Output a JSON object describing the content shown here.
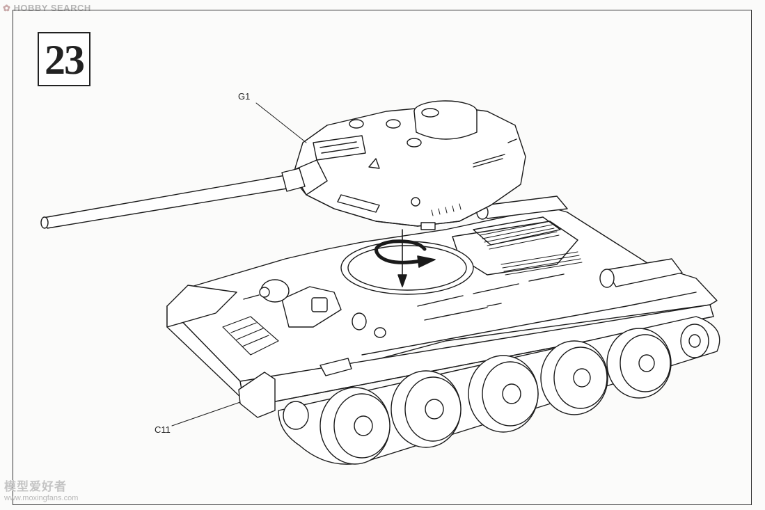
{
  "watermark_top": "HOBBY SEARCH",
  "step_number": "23",
  "callouts": [
    {
      "label": "G1"
    },
    {
      "label": "C11"
    }
  ],
  "watermark_bottom": {
    "title": "模型爱好者",
    "url": "www.moxingfans.com"
  }
}
